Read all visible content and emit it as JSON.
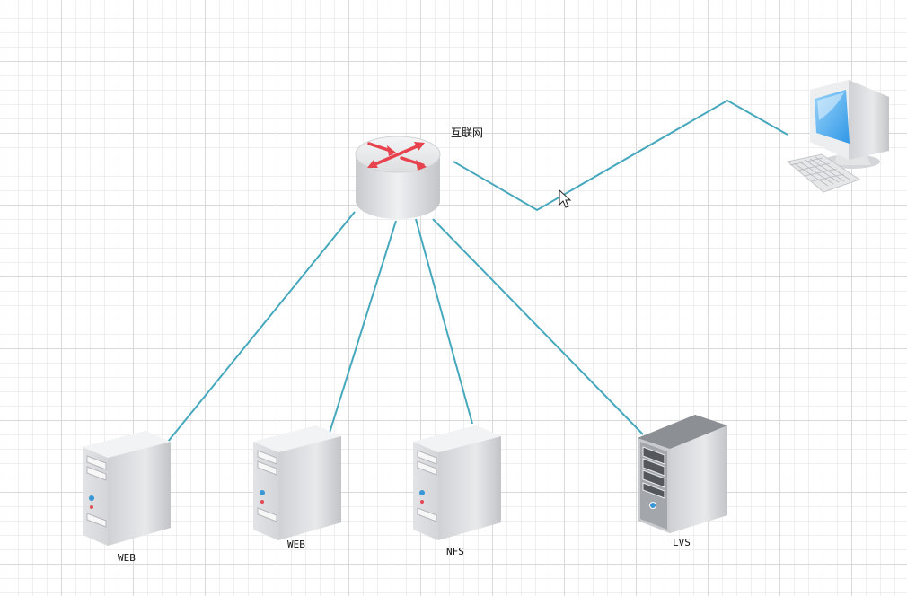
{
  "diagram": {
    "nodes": {
      "internet": {
        "label": "互联网",
        "icon": "router-icon"
      },
      "client": {
        "label": "",
        "icon": "desktop-computer-icon"
      },
      "web1": {
        "label": "WEB",
        "icon": "server-icon"
      },
      "web2": {
        "label": "WEB",
        "icon": "server-icon"
      },
      "nfs": {
        "label": "NFS",
        "icon": "server-icon"
      },
      "lvs": {
        "label": "LVS",
        "icon": "server-tower-icon"
      }
    },
    "edge_color": "#46a8bd",
    "router_arrow_color": "#e8424e",
    "monitor_screen_color": "#4aaef0"
  }
}
